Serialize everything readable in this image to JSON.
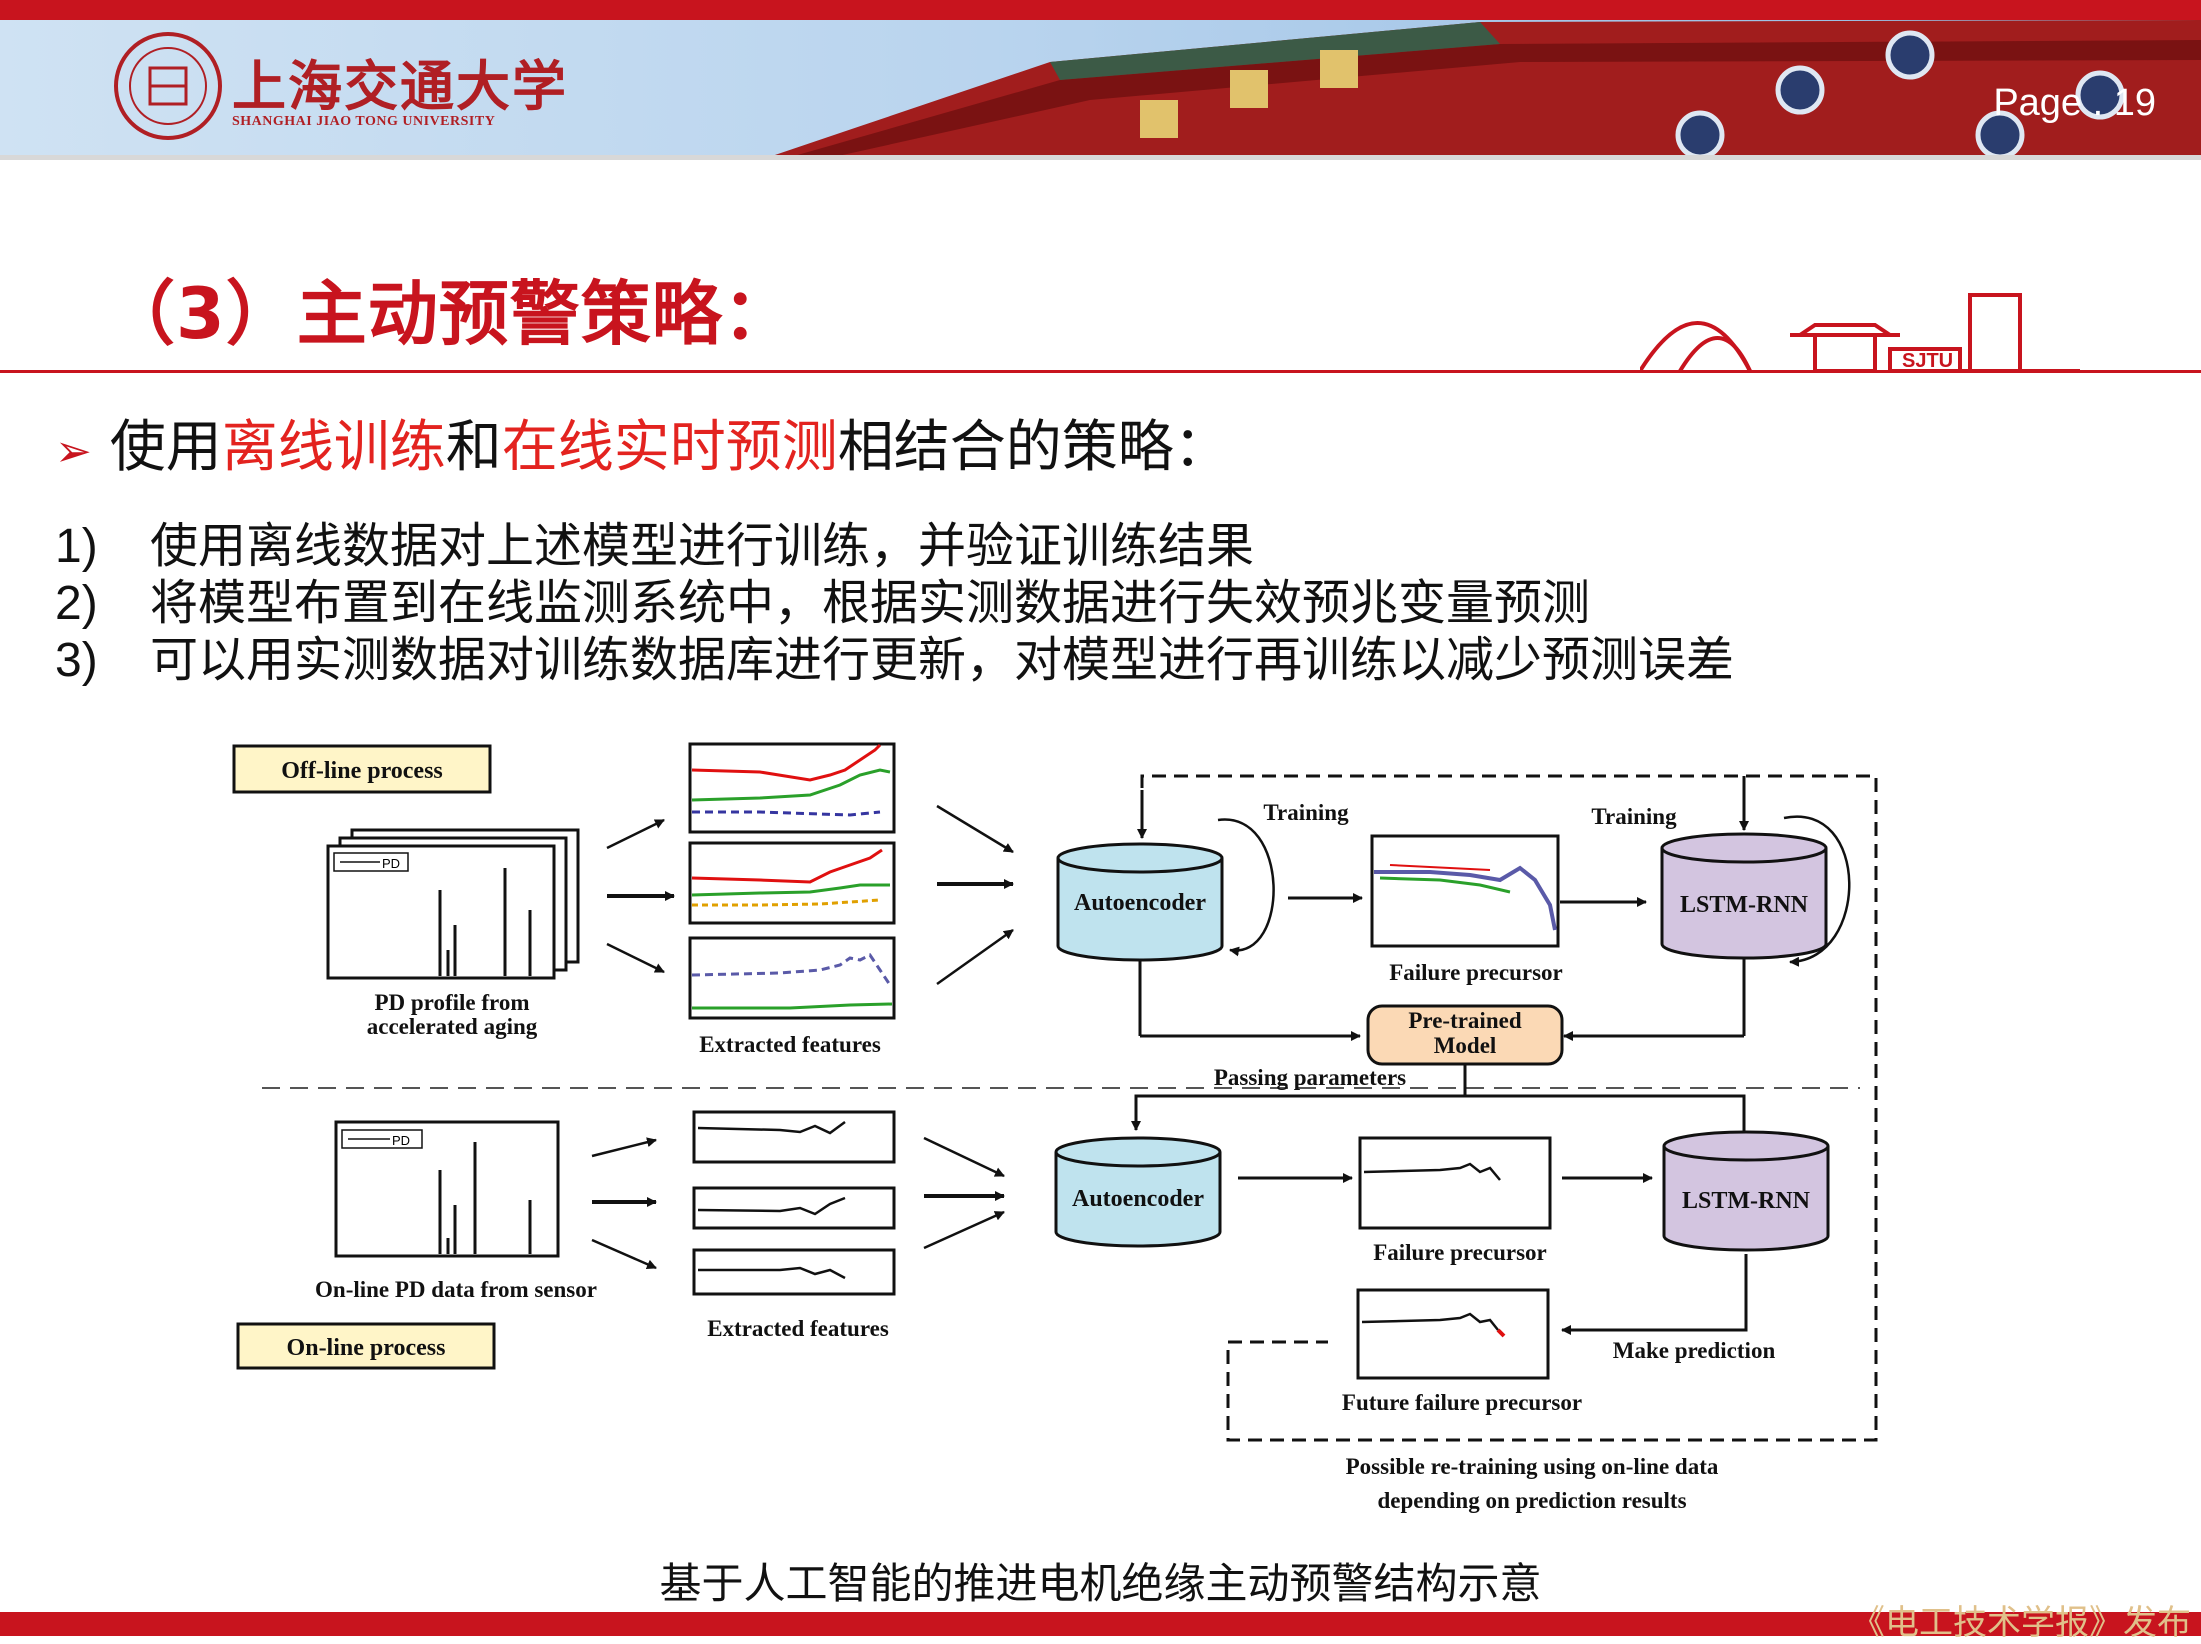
{
  "header": {
    "logo_cn": "上海交通大学",
    "logo_en": "SHANGHAI JIAO TONG UNIVERSITY",
    "page": "Page . 19",
    "campus_mark": "SJTU"
  },
  "slide": {
    "title": "（3）主动预警策略：",
    "bullet": {
      "marker": "➢",
      "parts": [
        "使用",
        "离线训练",
        "和",
        "在线实时预测",
        "相结合的策略："
      ]
    },
    "steps": [
      {
        "num": "1)",
        "text": "使用离线数据对上述模型进行训练，并验证训练结果"
      },
      {
        "num": "2)",
        "text": "将模型布置到在线监测系统中，根据实测数据进行失效预兆变量预测"
      },
      {
        "num": "3)",
        "text": "可以用实测数据对训练数据库进行更新，对模型进行再训练以减少预测误差"
      }
    ],
    "caption": "基于人工智能的推进电机绝缘主动预警结构示意",
    "watermark": "《电工技术学报》发布"
  },
  "diagram": {
    "offline_label": "Off-line process",
    "online_label": "On-line process",
    "pd_legend": "PD",
    "pd_profile": [
      "PD profile from",
      "accelerated aging"
    ],
    "online_pd": "On-line PD data from sensor",
    "extracted_features": "Extracted features",
    "autoencoder": "Autoencoder",
    "lstm": "LSTM-RNN",
    "training": "Training",
    "failure_precursor": "Failure precursor",
    "pretrained": [
      "Pre-trained",
      "Model"
    ],
    "passing_parameters": "Passing parameters",
    "make_prediction": "Make prediction",
    "future_failure": "Future failure precursor",
    "retrain_note": [
      "Possible re-training using on-line data",
      "depending on prediction results"
    ],
    "colors": {
      "cylinder_blue": "#bfe3ee",
      "cylinder_purple": "#d3c5e0",
      "model_box": "#fbd9b5",
      "accent_red": "#c8141e"
    }
  }
}
